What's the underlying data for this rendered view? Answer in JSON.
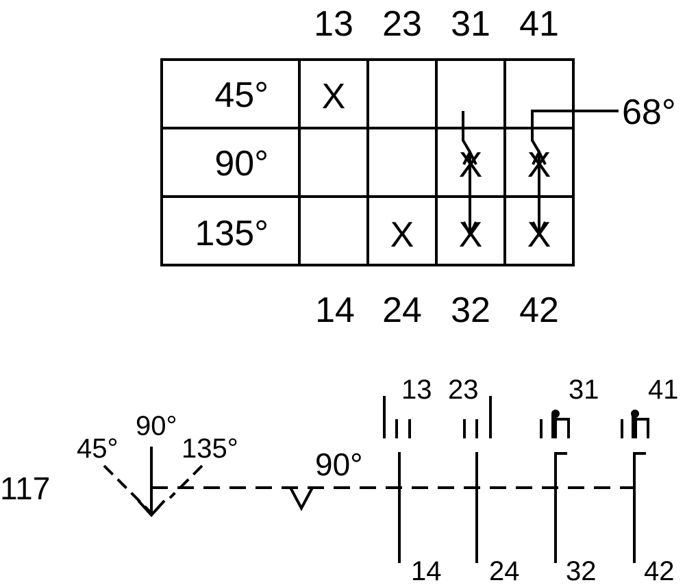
{
  "table": {
    "top_terminals": [
      "13",
      "23",
      "31",
      "41"
    ],
    "bottom_terminals": [
      "14",
      "24",
      "32",
      "42"
    ],
    "rows": [
      {
        "angle": "45°",
        "marks": [
          "X",
          "",
          "",
          ""
        ]
      },
      {
        "angle": "90°",
        "marks": [
          "",
          "",
          "X",
          "X"
        ]
      },
      {
        "angle": "135°",
        "marks": [
          "",
          "X",
          "X",
          "X"
        ]
      }
    ],
    "callout": "68°"
  },
  "schematic": {
    "device_number": "117",
    "selector_angles": [
      "45°",
      "90°",
      "135°"
    ],
    "detent_angle": "90°",
    "contacts": [
      {
        "top": "13",
        "bottom": "14"
      },
      {
        "top": "23",
        "bottom": "24"
      },
      {
        "top": "31",
        "bottom": "32"
      },
      {
        "top": "41",
        "bottom": "42"
      }
    ]
  }
}
